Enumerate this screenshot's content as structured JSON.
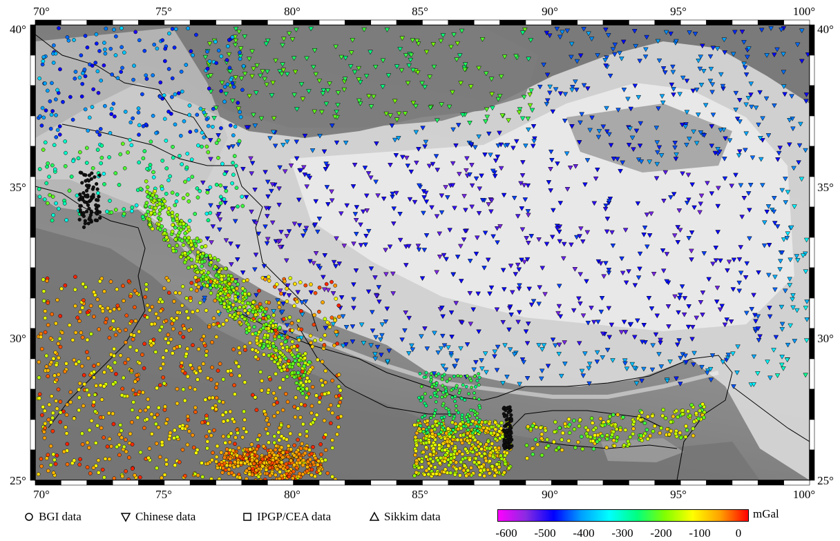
{
  "map": {
    "lon_ticks": [
      "70°",
      "75°",
      "80°",
      "85°",
      "90°",
      "95°",
      "100°"
    ],
    "lat_ticks": [
      "25°",
      "30°",
      "35°",
      "40°"
    ],
    "lon_range": [
      70,
      100
    ],
    "lat_range": [
      25,
      40
    ],
    "relief_colors": {
      "lowland": "#6f6f6f",
      "highland": "#e4e4e4",
      "ridge": "#bdbdbd"
    }
  },
  "legend": {
    "bgi": "BGI data",
    "chinese": "Chinese data",
    "ipgp": "IPGP/CEA data",
    "sikkim": "Sikkim data"
  },
  "colorbar": {
    "unit": "mGal",
    "ticks": [
      "-600",
      "-500",
      "-400",
      "-300",
      "-200",
      "-100",
      "0"
    ],
    "range": [
      -600,
      50
    ],
    "colors": [
      "#ff00ff",
      "#8a2be2",
      "#0000ff",
      "#00a0ff",
      "#00ffff",
      "#00ff80",
      "#80ff00",
      "#ffff00",
      "#ffa000",
      "#ff0000"
    ]
  }
}
